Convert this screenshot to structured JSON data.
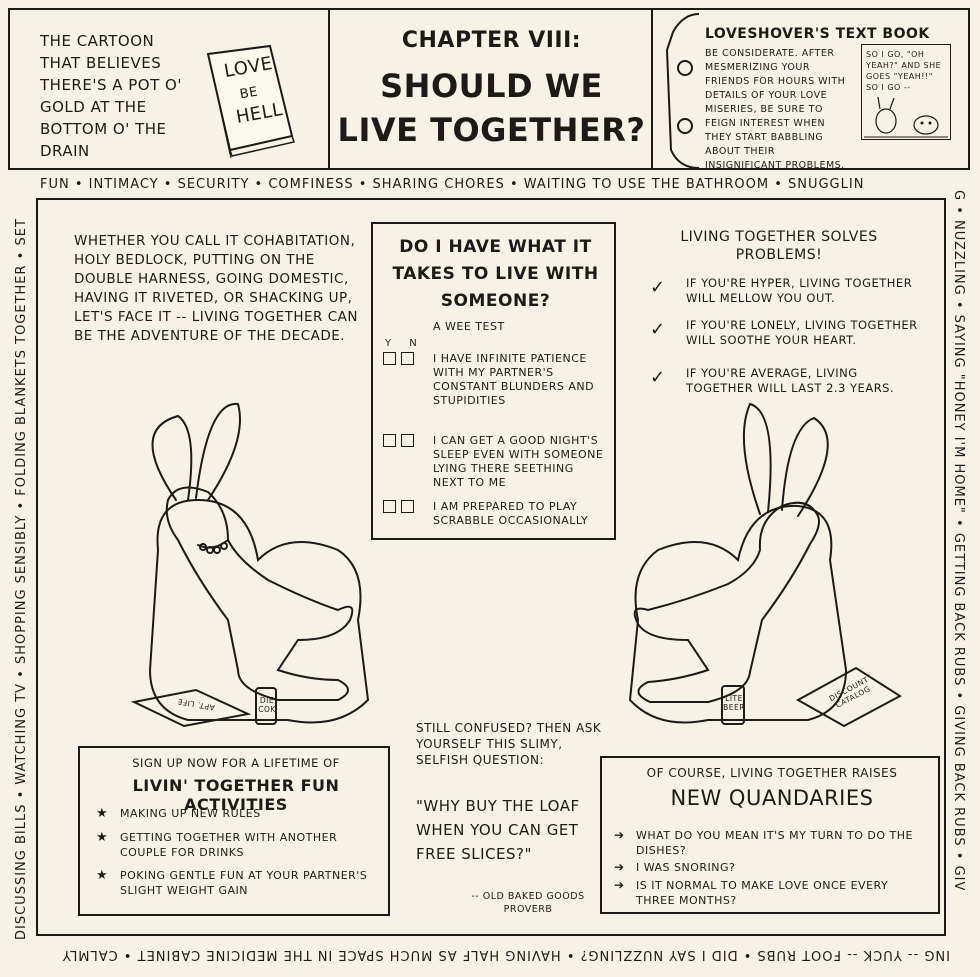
{
  "header": {
    "tagline": "THE CARTOON THAT BELIEVES THERE'S A POT O' GOLD AT THE BOTTOM O' THE DRAIN",
    "book_title": [
      "LOVE",
      "BE",
      "HELL"
    ],
    "chapter_label": "CHAPTER VIII:",
    "chapter_title": [
      "SHOULD WE",
      "LIVE TOGETHER?"
    ],
    "textbook_title": "LOVESHOVER'S TEXT BOOK",
    "textbook_text": "BE CONSIDERATE. AFTER MESMERIZING YOUR FRIENDS FOR HOURS WITH DETAILS OF YOUR LOVE MISERIES, BE SURE TO FEIGN INTEREST WHEN THEY START BABBLING ABOUT THEIR INSIGNIFICANT PROBLEMS.",
    "mini_panel_text": "SO I GO, \"OH YEAH?\" AND SHE GOES \"YEAH!!\" SO I GO --"
  },
  "border": {
    "top": "FUN • INTIMACY • SECURITY • COMFINESS • SHARING CHORES • WAITING TO USE THE BATHROOM • SNUGGLIN",
    "right": "G • NUZZLING • SAYING \"HONEY I'M HOME\" • GETTING BACK RUBS • GIVING BACK RUBS • GIV",
    "bottom": "ING -- YUCK -- FOOT RUBS • DID I SAY NUZZLING? • HAVING HALF AS MUCH SPACE IN THE MEDICINE CABINET • CALMLY",
    "left": "DISCUSSING BILLS • WATCHING TV • SHOPPING SENSIBLY • FOLDING BLANKETS TOGETHER • SET"
  },
  "intro": "WHETHER YOU CALL IT COHABITATION, HOLY BEDLOCK, PUTTING ON THE DOUBLE HARNESS, GOING DOMESTIC, HAVING IT RIVETED, OR SHACKING UP, LET'S FACE IT -- LIVING TOGETHER CAN BE THE ADVENTURE OF THE DECADE.",
  "test": {
    "title": "DO I HAVE WHAT IT TAKES TO LIVE WITH SOMEONE?",
    "subtitle": "A WEE TEST",
    "yes_label": "Y",
    "no_label": "N",
    "questions": [
      "I HAVE INFINITE PATIENCE WITH MY PARTNER'S CONSTANT BLUNDERS AND STUPIDITIES",
      "I CAN GET A GOOD NIGHT'S SLEEP EVEN WITH SOMEONE LYING THERE SEETHING NEXT TO ME",
      "I AM PREPARED TO PLAY SCRABBLE OCCASIONALLY"
    ]
  },
  "solves": {
    "title": "LIVING TOGETHER SOLVES PROBLEMS!",
    "items": [
      "IF YOU'RE HYPER, LIVING TOGETHER WILL MELLOW YOU OUT.",
      "IF YOU'RE LONELY, LIVING TOGETHER WILL SOOTHE YOUR HEART.",
      "IF YOU'RE AVERAGE, LIVING TOGETHER WILL LAST 2.3 YEARS."
    ]
  },
  "art": {
    "left_can": "DIE COK",
    "right_can": "LITE BEER",
    "left_magazine": "APT. LIFE",
    "right_magazine": "DISCOUNT CATALOG"
  },
  "fun": {
    "header": "SIGN UP NOW FOR A LIFETIME OF",
    "title": "LIVIN' TOGETHER FUN ACTIVITIES",
    "items": [
      "MAKING UP NEW RULES",
      "GETTING TOGETHER WITH ANOTHER COUPLE FOR DRINKS",
      "POKING GENTLE FUN AT YOUR PARTNER'S SLIGHT WEIGHT GAIN"
    ]
  },
  "confused": {
    "text": "STILL CONFUSED? THEN ASK YOURSELF THIS SLIMY, SELFISH QUESTION:",
    "quote": "\"WHY BUY THE LOAF WHEN YOU CAN GET FREE SLICES?\"",
    "attribution": "-- OLD BAKED GOODS PROVERB"
  },
  "quandaries": {
    "header": "OF COURSE, LIVING TOGETHER RAISES",
    "title": "NEW QUANDARIES",
    "items": [
      "WHAT DO YOU MEAN IT'S MY TURN TO DO THE DISHES?",
      "I WAS SNORING?",
      "IS IT NORMAL TO MAKE LOVE ONCE EVERY THREE MONTHS?"
    ]
  }
}
